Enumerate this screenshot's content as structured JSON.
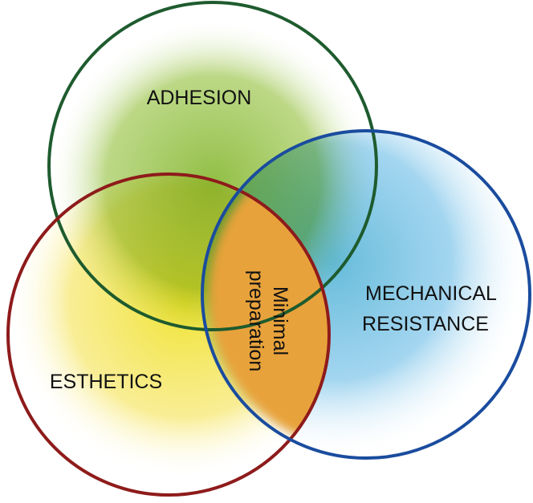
{
  "diagram": {
    "type": "venn",
    "sets": [
      {
        "label": "ADHESION",
        "color": "#1e5b2e",
        "fill": "#8bbb3c"
      },
      {
        "label": "ESTHETICS",
        "color": "#8e1b1b",
        "fill": "#f4e23a"
      },
      {
        "label": "MECHANICAL",
        "label2": "RESISTANCE",
        "color": "#1a4c9e",
        "fill": "#6fbde6"
      }
    ],
    "intersection": {
      "line1": "Minimal",
      "line2": "preparation",
      "fill": "#e8a23a"
    }
  }
}
